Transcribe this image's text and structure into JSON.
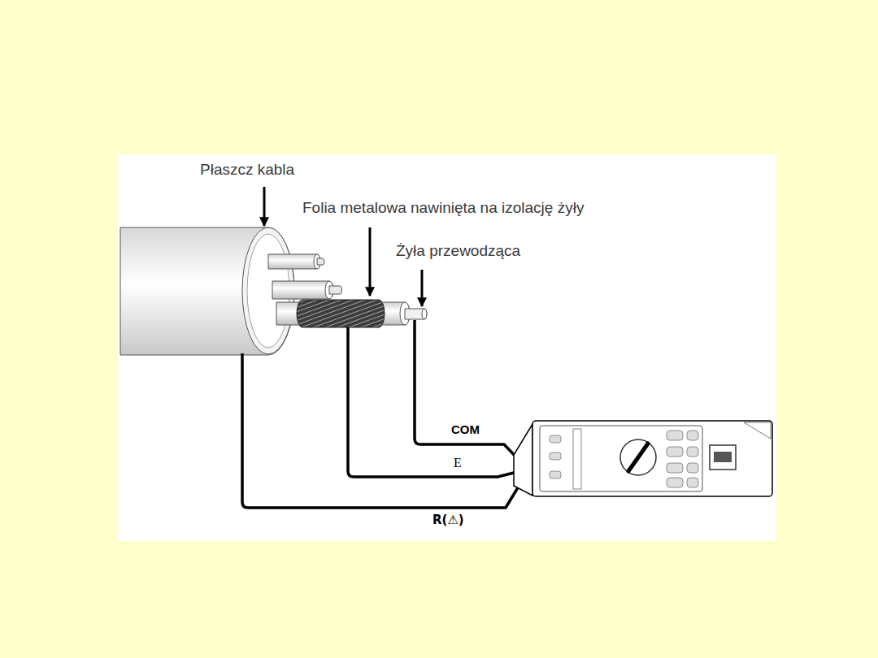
{
  "diagram": {
    "labels": [
      "Płaszcz kabla",
      "Folia metalowa nawinięta na izolację żyły",
      "Żyła przewodząca",
      "COM",
      "E",
      "R(⚠)"
    ]
  }
}
